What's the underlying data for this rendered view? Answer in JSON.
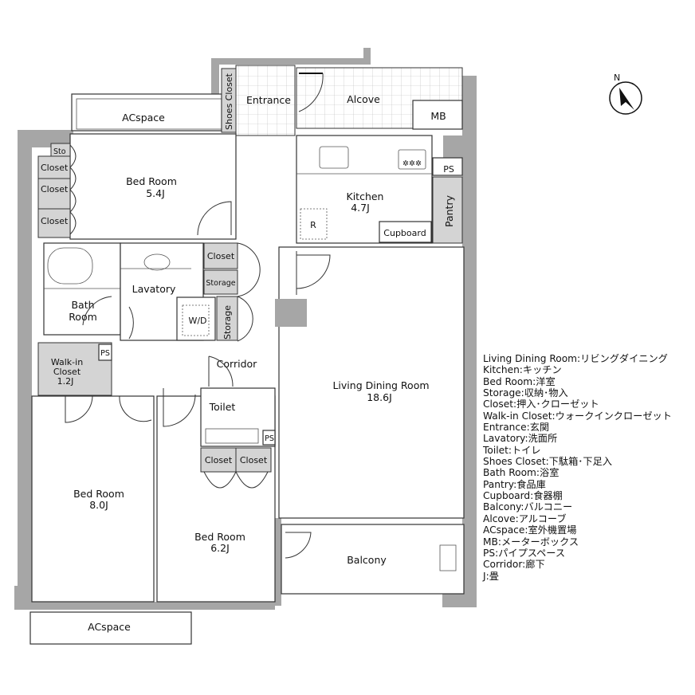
{
  "rooms": {
    "acspace_top": "ACspace",
    "acspace_bottom": "ACspace",
    "shoes_closet": "Shoes Closet",
    "entrance": "Entrance",
    "alcove": "Alcove",
    "mb": "MB",
    "bedroom1": {
      "name": "Bed Room",
      "size": "5.4J"
    },
    "sto": "Sto",
    "closet_a": "Closet",
    "closet_b": "Closet",
    "closet_c": "Closet",
    "kitchen": {
      "name": "Kitchen",
      "size": "4.7J"
    },
    "ps_kitchen": "PS",
    "pantry": "Pantry",
    "refrigerator": "R",
    "cupboard": "Cupboard",
    "bath": {
      "line1": "Bath",
      "line2": "Room"
    },
    "lavatory": "Lavatory",
    "closet_lav": "Closet",
    "storage_lav": "Storage",
    "storage_vert": "Storage",
    "wd": "W/D",
    "walkin": {
      "line1": "Walk-in",
      "line2": "Closet",
      "size": "1.2J"
    },
    "ps_walkin": "PS",
    "corridor": "Corridor",
    "living": {
      "name": "Living Dining Room",
      "size": "18.6J"
    },
    "toilet": "Toilet",
    "ps_toilet": "PS",
    "closet_t1": "Closet",
    "closet_t2": "Closet",
    "bedroom2": {
      "name": "Bed Room",
      "size": "8.0J"
    },
    "bedroom3": {
      "name": "Bed Room",
      "size": "6.2J"
    },
    "balcony": "Balcony"
  },
  "compass": {
    "label": "N"
  },
  "legend": [
    "Living Dining Room:リビングダイニング",
    "Kitchen:キッチン",
    "Bed Room:洋室",
    "Storage:収納･物入",
    "Closet:押入･クローゼット",
    "Walk-in Closet:ウォークインクローゼット",
    "Entrance:玄関",
    "Lavatory:洗面所",
    "Toilet:トイレ",
    "Shoes Closet:下駄箱･下足入",
    "Bath Room:浴室",
    "Pantry:食品庫",
    "Cupboard:食器棚",
    "Balcony:バルコニー",
    "Alcove:アルコーブ",
    "ACspace:室外機置場",
    "MB:メーターボックス",
    "PS:パイプスペース",
    "Corridor:廊下",
    "J:畳"
  ]
}
